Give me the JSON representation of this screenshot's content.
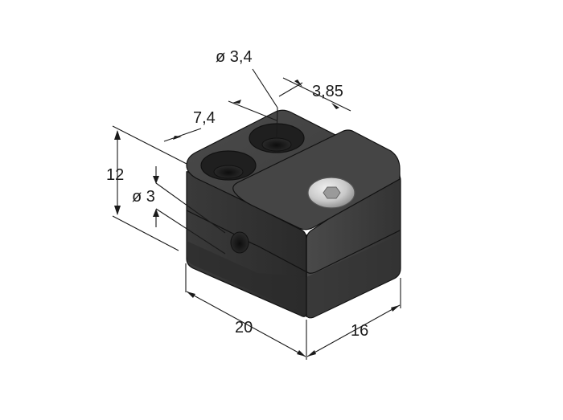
{
  "dimensions": {
    "hole_diameter_top": "ø 3,4",
    "hole_offset": "3,85",
    "hole_spacing": "7,4",
    "height": "12",
    "side_hole_diameter": "ø 3",
    "length": "20",
    "width": "16"
  },
  "colors": {
    "body_dark": "#2b2b2b",
    "body_top": "#3a3a3a",
    "body_side": "#303030",
    "screw_head": "#c9c9c9",
    "dimension_lines": "#1a1a1a"
  }
}
